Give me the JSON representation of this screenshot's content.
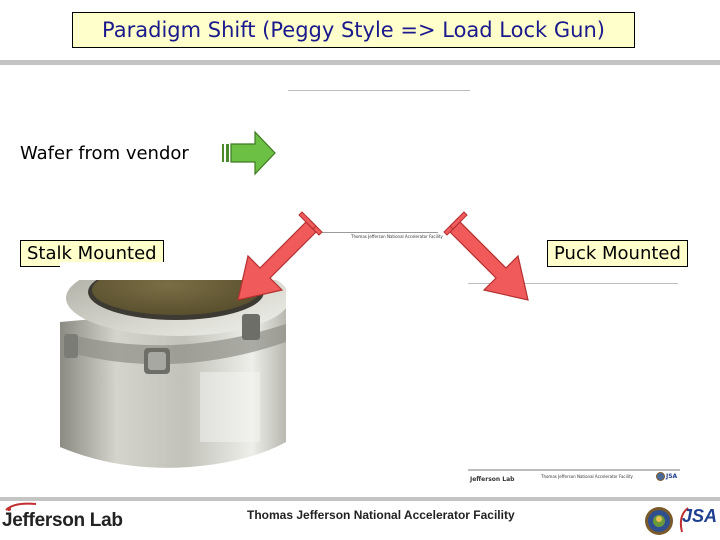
{
  "slide": {
    "title": "Paradigm Shift (Peggy Style => Load Lock Gun)",
    "labels": {
      "wafer": "Wafer from vendor",
      "stalk": "Stalk Mounted",
      "puck": "Puck Mounted"
    },
    "embedded_slides": {
      "center_header": "Thomas Jefferson National Accelerator Facility",
      "right_footer_logo": "Jefferson Lab",
      "right_footer_center": "Thomas Jefferson National Accelerator Facility",
      "right_footer_mark": "JSA"
    }
  },
  "footer": {
    "logo": "Jefferson Lab",
    "center": "Thomas Jefferson National Accelerator Facility",
    "mark": "JSA"
  },
  "colors": {
    "title_fill": "#ffffcc",
    "title_text": "#1a1a8c",
    "arrow_red": "#f05a5a",
    "arrow_green": "#6cc044"
  }
}
